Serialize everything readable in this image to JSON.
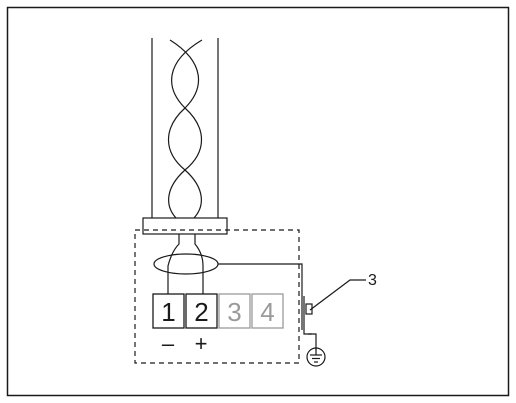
{
  "diagram": {
    "terminals": [
      {
        "label": "1",
        "active": true
      },
      {
        "label": "2",
        "active": true
      },
      {
        "label": "3",
        "active": false
      },
      {
        "label": "4",
        "active": false
      }
    ],
    "polarity": {
      "minus": "–",
      "plus": "+"
    },
    "callout": "3",
    "colors": {
      "line": "#1a1a1a",
      "inactive": "#9a9a9a",
      "background": "#ffffff"
    }
  }
}
